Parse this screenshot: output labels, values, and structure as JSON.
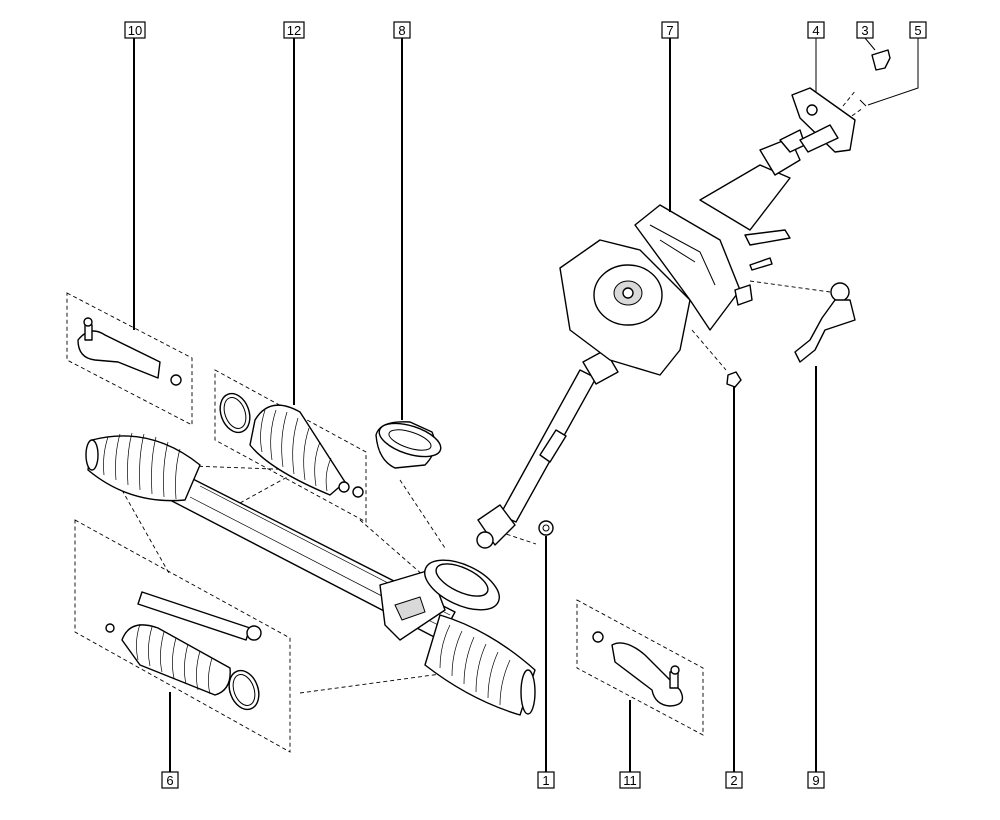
{
  "callouts": [
    {
      "id": "callout-1",
      "label": "1"
    },
    {
      "id": "callout-2",
      "label": "2"
    },
    {
      "id": "callout-3",
      "label": "3"
    },
    {
      "id": "callout-4",
      "label": "4"
    },
    {
      "id": "callout-5",
      "label": "5"
    },
    {
      "id": "callout-6",
      "label": "6"
    },
    {
      "id": "callout-7",
      "label": "7"
    },
    {
      "id": "callout-8",
      "label": "8"
    },
    {
      "id": "callout-9",
      "label": "9"
    },
    {
      "id": "callout-10",
      "label": "10"
    },
    {
      "id": "callout-11",
      "label": "11"
    },
    {
      "id": "callout-12",
      "label": "12"
    }
  ]
}
